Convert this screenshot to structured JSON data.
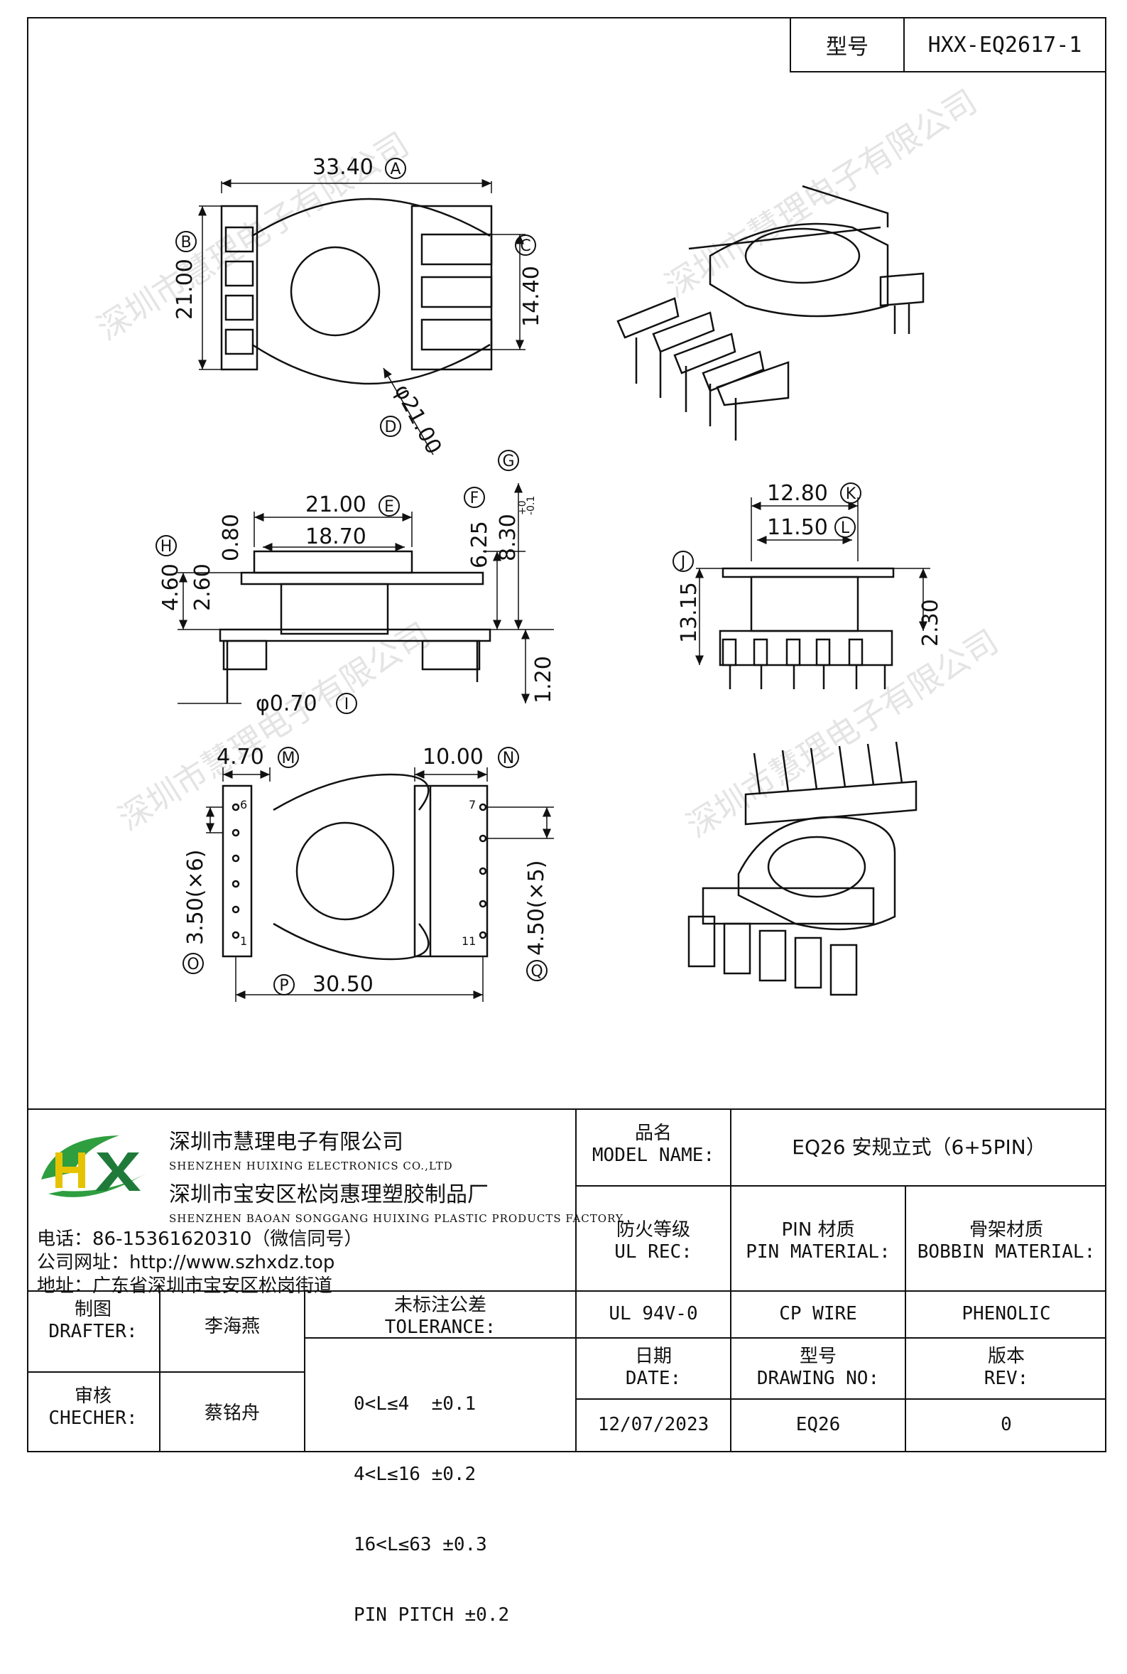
{
  "header": {
    "model_label": "型号",
    "model_value": "HXX-EQ2617-1"
  },
  "dims": {
    "A": "33.40",
    "B": "21.00",
    "C": "14.40",
    "D": "φ21.00",
    "E": "21.00",
    "e_inner": "18.70",
    "F": "6.25",
    "G": "8.30",
    "G_tol_plus": "+0",
    "G_tol_minus": "-0.1",
    "H": "4.60",
    "h_a": "0.80",
    "h_b": "2.60",
    "I": "φ0.70",
    "h_c": "1.20",
    "J": "13.15",
    "K": "12.80",
    "L": "11.50",
    "j_b": "2.30",
    "M": "4.70",
    "N": "10.00",
    "O": "3.50(×6)",
    "P": "30.50",
    "Q": "4.50(×5)",
    "pin_1": "1",
    "pin_6": "6",
    "pin_7": "7",
    "pin_11": "11"
  },
  "callouts": [
    "A",
    "B",
    "C",
    "D",
    "E",
    "F",
    "G",
    "H",
    "I",
    "J",
    "K",
    "L",
    "M",
    "N",
    "O",
    "P",
    "Q"
  ],
  "watermark": "深圳市慧理电子有限公司",
  "logo": {
    "letters": "HX",
    "colors": {
      "h": "#e6c300",
      "x": "#1f7a3a",
      "swoosh": "#2e9e3f"
    }
  },
  "company": {
    "name_cn_1": "深圳市慧理电子有限公司",
    "name_en_1": "SHENZHEN HUIXING ELECTRONICS CO.,LTD",
    "name_cn_2": "深圳市宝安区松岗惠理塑胶制品厂",
    "name_en_2": "SHENZHEN BAOAN SONGGANG HUIXING PLASTIC PRODUCTS FACTORY",
    "phone": "电话：86-15361620310（微信同号）",
    "web": "公司网址：http://www.szhxdz.top",
    "address": "地址：广东省深圳市宝安区松岗街道"
  },
  "title_block": {
    "model_name_label_cn": "品名",
    "model_name_label_en": "MODEL NAME:",
    "model_name_value": "EQ26 安规立式（6+5PIN）",
    "ul_label_cn": "防火等级",
    "ul_label_en": "UL REC:",
    "pin_label_cn": "PIN 材质",
    "pin_label_en": "PIN MATERIAL:",
    "bobbin_label_cn": "骨架材质",
    "bobbin_label_en": "BOBBIN MATERIAL:",
    "ul_value": "UL 94V-0",
    "pin_value": "CP WIRE",
    "bobbin_value": "PHENOLIC",
    "drafter_label_cn": "制图",
    "drafter_label_en": "DRAFTER:",
    "drafter_value": "李海燕",
    "checker_label_cn": "审核",
    "checker_label_en": "CHECHER:",
    "checker_value": "蔡铭舟",
    "tol_label_cn": "未标注公差",
    "tol_label_en": "TOLERANCE:",
    "tol_lines": [
      "0<L≤4  ±0.1",
      "4<L≤16 ±0.2",
      "16<L≤63 ±0.3",
      "PIN PITCH ±0.2"
    ],
    "date_label_cn": "日期",
    "date_label_en": "DATE:",
    "date_value": "12/07/2023",
    "dwg_label_cn": "型号",
    "dwg_label_en": "DRAWING NO:",
    "dwg_value": "EQ26",
    "rev_label_cn": "版本",
    "rev_label_en": "REV:",
    "rev_value": "0"
  }
}
